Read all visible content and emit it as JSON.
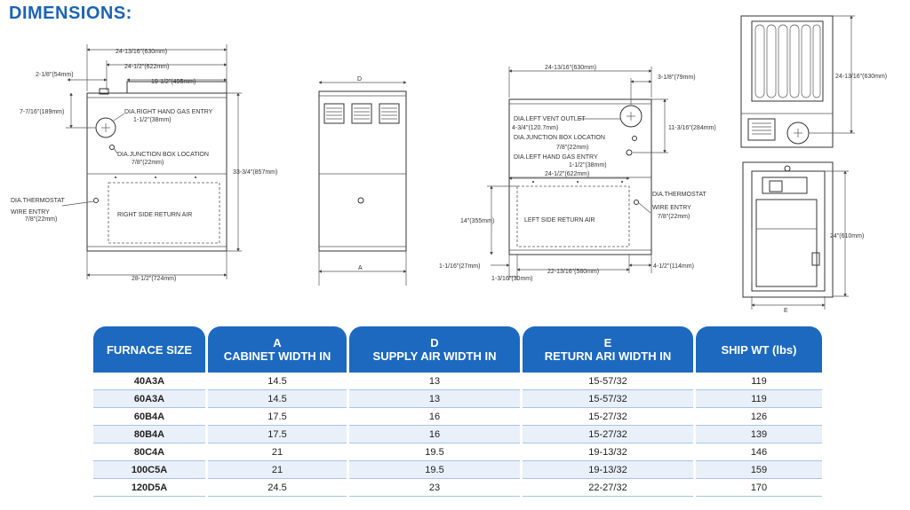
{
  "title": "DIMENSIONS:",
  "drawing_left": {
    "dim_top_overall": "24-13/16\"(630mm)",
    "dim_top_mid": "24-1/2\"(622mm)",
    "dim_top_inner": "19-1/2\"(495mm)",
    "dim_left_small": "2-1/8\"(54mm)",
    "dim_left_side": "7-7/16\"(189mm)",
    "gas_entry_label": "DIA.RIGHT HAND GAS ENTRY",
    "gas_entry_value": "1-1/2\"(38mm)",
    "junction_label": "DIA.JUNCTION BOX LOCATION",
    "junction_value": "7/8\"(22mm)",
    "height": "33-3/4\"(857mm)",
    "thermostat_label": "DIA.THERMOSTAT",
    "wire_entry_label": "WIRE ENTRY",
    "wire_entry_value": "7/8\"(22mm)",
    "return_air": "RIGHT SIDE RETURN AIR",
    "dim_bottom": "28-1/2\"(724mm)"
  },
  "drawing_front": {
    "label_top": "D",
    "label_bottom": "A"
  },
  "drawing_right": {
    "dim_top_overall": "24-13/16\"(630mm)",
    "dim_top_right": "3-1/8\"(79mm)",
    "vent_label": "DIA.LEFT VENT OUTLET",
    "vent_value": "4-3/4\"(120.7mm)",
    "junction_label": "DIA.JUNCTION BOX LOCATION",
    "junction_value": "7/8\"(22mm)",
    "gas_label": "DIA.LEFT HAND GAS ENTRY",
    "gas_value": "1-1/2\"(38mm)",
    "dim_right_side": "11-3/16\"(284mm)",
    "dim_mid": "24-1/2\"(622mm)",
    "thermostat_label": "DIA.THERMOSTAT",
    "wire_entry_label": "WIRE ENTRY",
    "wire_entry_value": "7/8\"(22mm)",
    "dim_left_height": "14\"(355mm)",
    "return_air": "LEFT SIDE RETURN AIR",
    "dim_b1": "1-1/16\"(27mm)",
    "dim_b2": "22-13/16\"(580mm)",
    "dim_b3": "4-1/2\"(114mm)",
    "dim_b4": "1-3/16\"(30mm)"
  },
  "drawing_top": {
    "dim_height": "24-13/16\"(630mm)"
  },
  "drawing_bottom": {
    "dim_height": "24\"(610mm)",
    "label_bottom": "E"
  },
  "table": {
    "headers": [
      {
        "line1": "FURNACE SIZE",
        "line2": ""
      },
      {
        "line1": "A",
        "line2": "CABINET WIDTH IN"
      },
      {
        "line1": "D",
        "line2": "SUPPLY AIR WIDTH IN"
      },
      {
        "line1": "E",
        "line2": "RETURN ARI WIDTH IN"
      },
      {
        "line1": "SHIP WT (lbs)",
        "line2": ""
      }
    ],
    "rows": [
      [
        "40A3A",
        "14.5",
        "13",
        "15-57/32",
        "119"
      ],
      [
        "60A3A",
        "14.5",
        "13",
        "15-57/32",
        "119"
      ],
      [
        "60B4A",
        "17.5",
        "16",
        "15-27/32",
        "126"
      ],
      [
        "80B4A",
        "17.5",
        "16",
        "15-27/32",
        "139"
      ],
      [
        "80C4A",
        "21",
        "19.5",
        "19-13/32",
        "146"
      ],
      [
        "100C5A",
        "21",
        "19.5",
        "19-13/32",
        "159"
      ],
      [
        "120D5A",
        "24.5",
        "23",
        "22-27/32",
        "170"
      ]
    ]
  }
}
